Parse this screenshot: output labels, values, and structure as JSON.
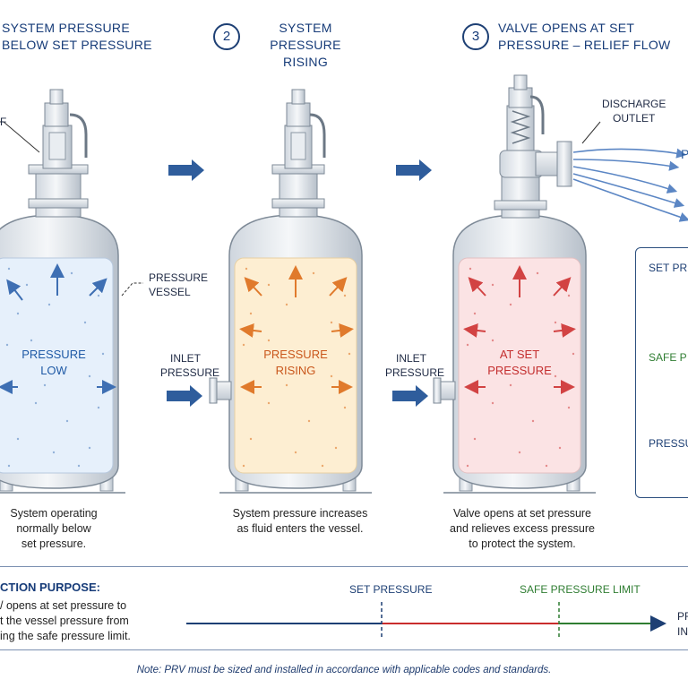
{
  "steps": [
    {
      "number": "",
      "title_line1": "SYSTEM PRESSURE",
      "title_line2": "BELOW SET PRESSURE",
      "vessel_text": [
        "PRESSURE",
        "LOW"
      ],
      "caption": [
        "System operating",
        "normally below",
        "set pressure."
      ]
    },
    {
      "number": "2",
      "title_line1": "SYSTEM PRESSURE",
      "title_line2": "RISING",
      "vessel_text": [
        "PRESSURE",
        "RISING"
      ],
      "caption": [
        "System pressure increases",
        "as fluid enters the vessel."
      ]
    },
    {
      "number": "3",
      "title_line1": "VALVE OPENS AT SET",
      "title_line2": "PRESSURE – RELIEF FLOW",
      "vessel_text": [
        "AT SET",
        "PRESSURE"
      ],
      "caption": [
        "Valve opens at set pressure",
        "and relieves excess pressure",
        "to protect the system."
      ]
    }
  ],
  "labels": {
    "pressure_vessel": [
      "PRESSURE",
      "VESSEL"
    ],
    "inlet_pressure": [
      "INLET",
      "PRESSURE"
    ],
    "discharge_outlet": [
      "DISCHARGE",
      "OUTLET"
    ],
    "cut_f": "F",
    "cut_p": "P"
  },
  "legend": {
    "set_pressure": "SET PRES",
    "safe_pressure": "SAFE P",
    "pressure": "PRESSU"
  },
  "function": {
    "heading": "CTION PURPOSE:",
    "lines": [
      "/ opens at set pressure to",
      "t the vessel pressure from",
      "ing the safe pressure limit."
    ]
  },
  "scale": {
    "set_pressure": "SET PRESSURE",
    "safe_pressure_limit": "SAFE PRESSURE LIMIT",
    "end_label": [
      "PR",
      "IN"
    ]
  },
  "note": "Note: PRV must be sized and installed in accordance with applicable codes and standards.",
  "colors": {
    "navy": "#1d3f74",
    "low_fill": "#e6f0fb",
    "rising_fill": "#fdeed2",
    "set_fill": "#fbe3e4",
    "blue_arrow": "#3e6fb3",
    "orange_arrow": "#e07a2c",
    "red_arrow": "#d24343",
    "green": "#2f7d32",
    "red": "#c92d2d"
  }
}
